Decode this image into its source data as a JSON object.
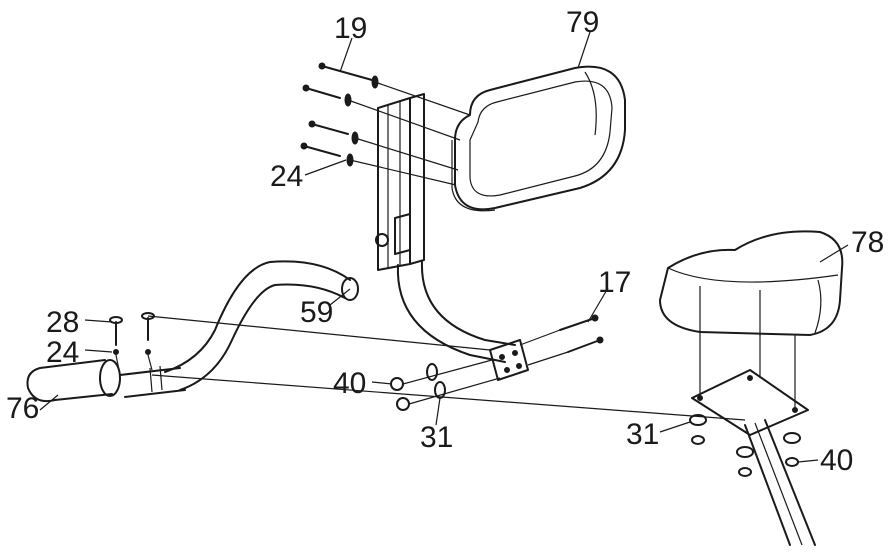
{
  "callouts": {
    "c19": "19",
    "c79": "79",
    "c24a": "24",
    "c78": "78",
    "c17": "17",
    "c59": "59",
    "c28": "28",
    "c24b": "24",
    "c76": "76",
    "c40a": "40",
    "c31a": "31",
    "c31b": "31",
    "c40b": "40"
  }
}
